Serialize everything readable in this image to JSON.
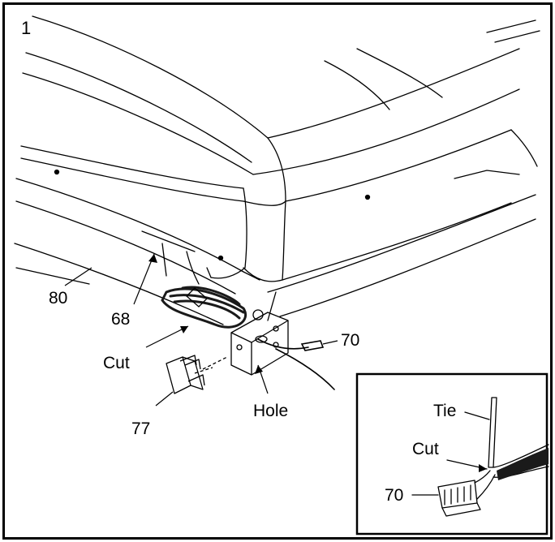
{
  "step_number": "1",
  "callouts": {
    "part_80": "80",
    "part_68": "68",
    "cut": "Cut",
    "part_77": "77",
    "hole": "Hole",
    "part_70": "70"
  },
  "inset": {
    "tie": "Tie",
    "cut": "Cut",
    "part_70": "70"
  },
  "colors": {
    "line": "#000000",
    "background": "#ffffff",
    "wire": "#1a1a1a"
  }
}
